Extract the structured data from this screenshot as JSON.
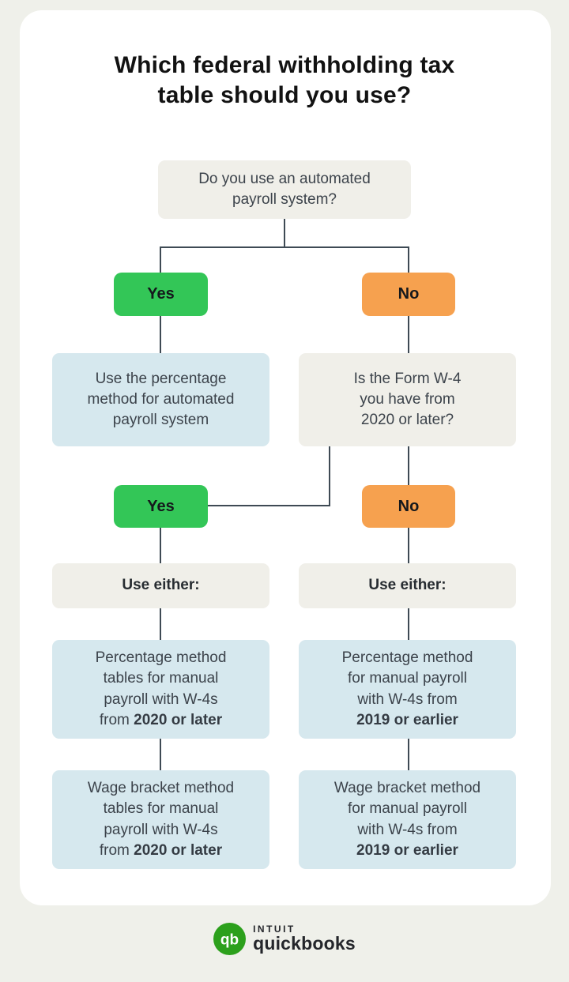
{
  "title": {
    "line1": "Which federal withholding tax",
    "line2": "table should you use?"
  },
  "colors": {
    "page_background": "#eff0ea",
    "card_background": "#ffffff",
    "question_box": "#f0efe9",
    "result_box": "#d6e8ee",
    "yes_button": "#33c657",
    "no_button": "#f6a14f",
    "connector_line": "#3e4a54",
    "quickbooks_green": "#2ca01c"
  },
  "flow": {
    "q1": {
      "lines": [
        "Do you use an automated",
        "payroll system?"
      ]
    },
    "yes1": "Yes",
    "no1": "No",
    "auto_result": {
      "lines": [
        "Use the percentage",
        "method for automated",
        "payroll system"
      ]
    },
    "q2": {
      "lines": [
        "Is the Form W-4",
        "you have from",
        "2020 or later?"
      ]
    },
    "yes2": "Yes",
    "no2": "No",
    "use_either_left": "Use either:",
    "use_either_right": "Use either:",
    "outcome_left1": {
      "lines": [
        "Percentage method",
        "tables for manual",
        "payroll with W-4s",
        "from"
      ],
      "bold": "2020 or later"
    },
    "outcome_right1": {
      "lines": [
        "Percentage method",
        "for manual payroll",
        "with W-4s from"
      ],
      "bold": "2019 or earlier"
    },
    "outcome_left2": {
      "lines": [
        "Wage bracket method",
        "tables for manual",
        "payroll with W-4s",
        "from"
      ],
      "bold": "2020 or later"
    },
    "outcome_right2": {
      "lines": [
        "Wage bracket method",
        "for manual payroll",
        "with W-4s from"
      ],
      "bold": "2019 or earlier"
    }
  },
  "footer": {
    "qb_monogram": "qb",
    "brand_top": "INTUIT",
    "brand_bottom": "quickbooks"
  }
}
